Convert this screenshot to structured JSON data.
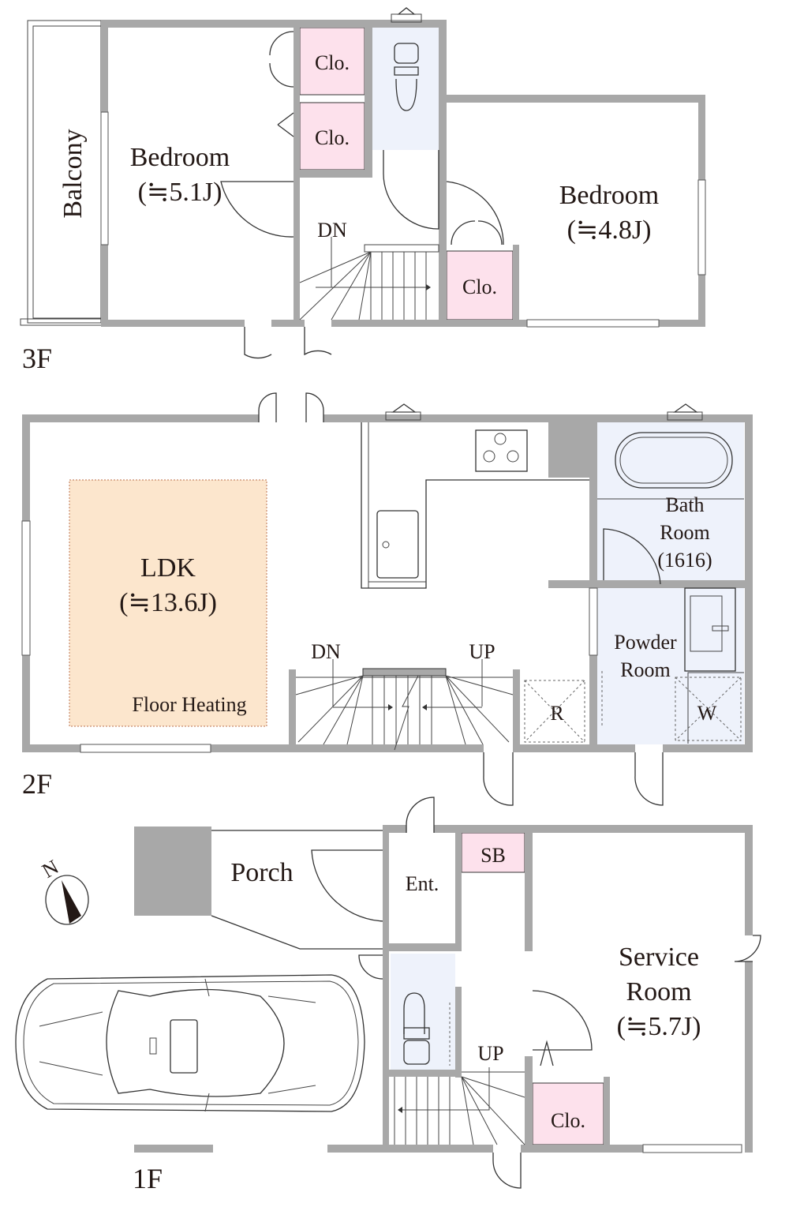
{
  "floors": {
    "f3": {
      "label": "3F",
      "balcony": "Balcony",
      "bedroom_a": {
        "name": "Bedroom",
        "size": "(≒5.1J)"
      },
      "bedroom_b": {
        "name": "Bedroom",
        "size": "(≒4.8J)"
      },
      "closet_1": "Clo.",
      "closet_2": "Clo.",
      "closet_3": "Clo.",
      "stairs": "DN"
    },
    "f2": {
      "label": "2F",
      "ldk": {
        "name": "LDK",
        "size": "(≒13.6J)",
        "note": "Floor Heating"
      },
      "bath": {
        "line1": "Bath",
        "line2": "Room",
        "line3": "(1616)"
      },
      "powder": {
        "line1": "Powder",
        "line2": "Room"
      },
      "fridge": "R",
      "washer": "W",
      "stairs_down": "DN",
      "stairs_up": "UP"
    },
    "f1": {
      "label": "1F",
      "porch": "Porch",
      "entrance": "Ent.",
      "shoe_box": "SB",
      "service": {
        "line1": "Service",
        "line2": "Room",
        "size": "(≒5.7J)"
      },
      "closet": "Clo.",
      "stairs_up": "UP",
      "compass": "N"
    }
  },
  "colors": {
    "wall": "#a8a8a8",
    "closet": "#fde1ec",
    "wet_area": "#eef2fb",
    "floor_heating": "#fce6cd"
  }
}
